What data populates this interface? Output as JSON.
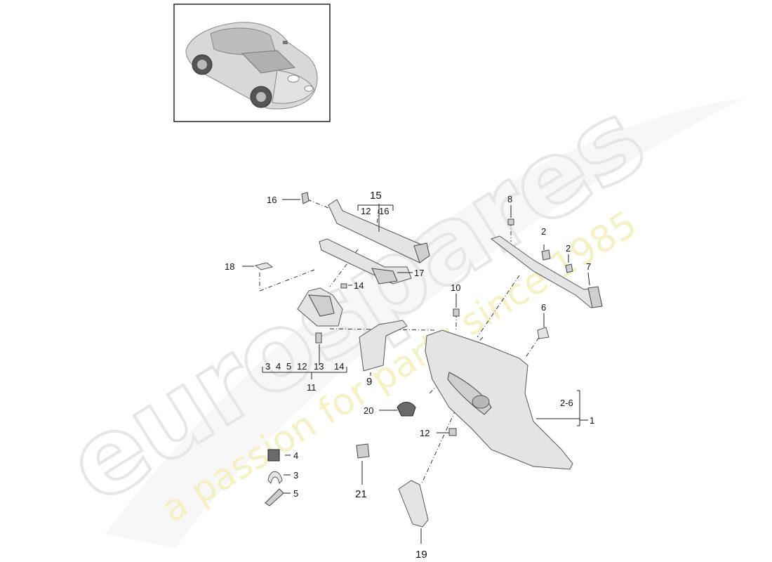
{
  "watermark": {
    "brand": "eurospares",
    "tagline": "a passion for parts since 1985"
  },
  "callouts": {
    "c1": "1",
    "c2a": "2",
    "c2b": "2",
    "c3": "3",
    "c4": "4",
    "c5": "5",
    "c6": "6",
    "c7": "7",
    "c8": "8",
    "c9": "9",
    "c10": "10",
    "c11": "11",
    "c12": "12",
    "c14": "14",
    "c15": "15",
    "c16": "16",
    "c17": "17",
    "c18": "18",
    "c19": "19",
    "c20": "20",
    "c21": "21",
    "range_2_6": "2-6"
  },
  "group15": {
    "items": [
      "12",
      "16"
    ]
  },
  "group11": {
    "items": [
      "3",
      "4",
      "5",
      "12",
      "13",
      "14"
    ]
  }
}
